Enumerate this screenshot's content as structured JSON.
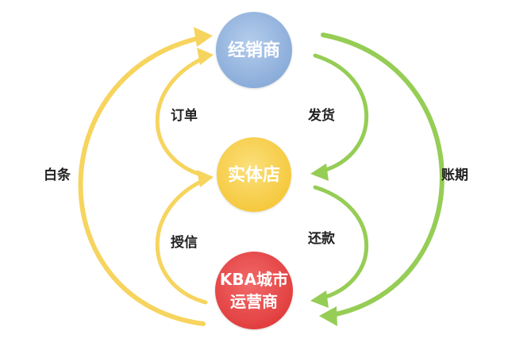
{
  "nodes": {
    "distributor": {
      "label": "经销商",
      "color": "#8fb1dc"
    },
    "store": {
      "label": "实体店",
      "color": "#f7cf55"
    },
    "operator": {
      "label_line1": "KBA城市",
      "label_line2": "运营商",
      "color": "#e84e4e"
    }
  },
  "edges": {
    "order": "订单",
    "ship": "发货",
    "credit": "授信",
    "repay": "还款",
    "iou": "白条",
    "account_period": "账期"
  },
  "colors": {
    "yellow_arrow": "#f6d45e",
    "green_arrow": "#96cd55"
  }
}
